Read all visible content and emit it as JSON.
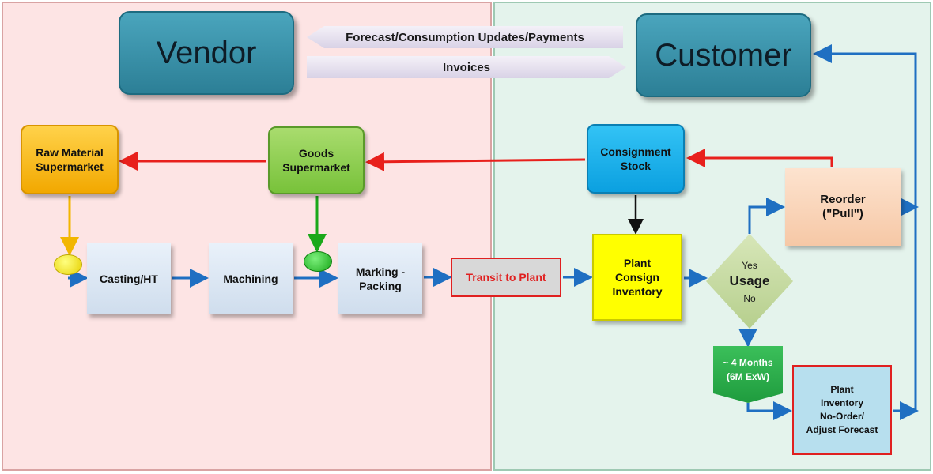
{
  "regions": {
    "vendor_box": "Vendor",
    "customer_box": "Customer"
  },
  "banners": {
    "forecast": "Forecast/Consumption  Updates/Payments",
    "invoices": "Invoices"
  },
  "nodes": {
    "raw_material": "Raw Material\nSupermarket",
    "goods_supermarket": "Goods\nSupermarket",
    "consignment_stock": "Consignment\nStock",
    "casting": "Casting/HT",
    "machining": "Machining",
    "marking": "Marking -\nPacking",
    "transit": "Transit to Plant",
    "plant_consign": "Plant\nConsign\nInventory",
    "reorder": "Reorder\n(\"Pull\")",
    "plant_inventory": "Plant\nInventory\nNo-Order/\nAdjust Forecast"
  },
  "decision": {
    "title": "Usage",
    "yes": "Yes",
    "no": "No"
  },
  "tag": {
    "months": "~ 4 Months\n(6M ExW)"
  },
  "colors": {
    "pull_arrow": "#e8201c",
    "flow_arrow": "#1f6fc2",
    "vendor_zone": "#fde4e4",
    "customer_zone": "#e4f3ec"
  }
}
